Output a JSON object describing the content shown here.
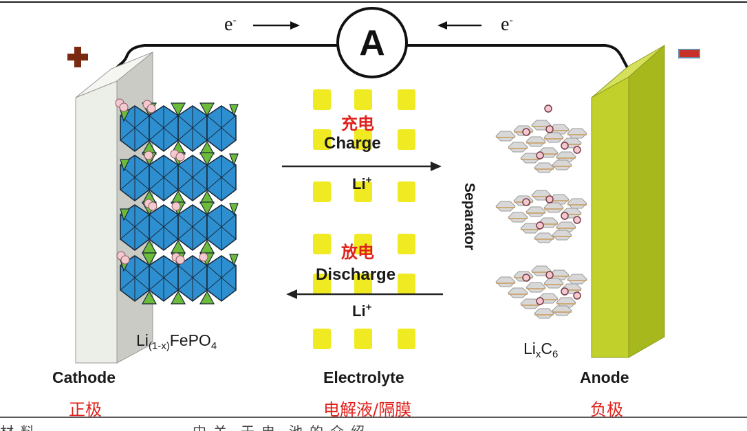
{
  "electron_left": "e-",
  "electron_right": "e-",
  "ammeter": "A",
  "plus_sign": "+",
  "minus_sign": "−",
  "charge": {
    "cn": "充电",
    "en": "Charge",
    "ion": "Li",
    "ion_sup": "+"
  },
  "discharge": {
    "cn": "放电",
    "en": "Discharge",
    "ion": "Li",
    "ion_sup": "+"
  },
  "separator": "Separator",
  "cathode_formula": {
    "base": "Li",
    "sub": "(1-x)",
    "rest": "FePO",
    "sub2": "4"
  },
  "anode_formula": {
    "base": "Li",
    "sub": "x",
    "mid": "C",
    "sub2": "6"
  },
  "labels": {
    "cathode_en": "Cathode",
    "cathode_cn": "正极",
    "electrolyte_en": "Electrolyte",
    "electrolyte_cn": "电解液/隔膜",
    "anode_en": "Anode",
    "anode_cn": "负极"
  },
  "colors": {
    "cathode_plate": "#eef0ea",
    "anode_plate": "#b8cc2a",
    "octahedron": "#2e8fd0",
    "tetrahedron": "#6dbb3a",
    "separator_block": "#f0ea22",
    "lithium_ion": "#f3c9cf",
    "plus": "#7a2a10",
    "minus": "#c8302a",
    "cn_text": "#e0201a"
  },
  "bottom_fragment": [
    "材",
    "料",
    "中",
    "关",
    "于",
    "电",
    "池",
    "的",
    "介",
    "绍"
  ]
}
